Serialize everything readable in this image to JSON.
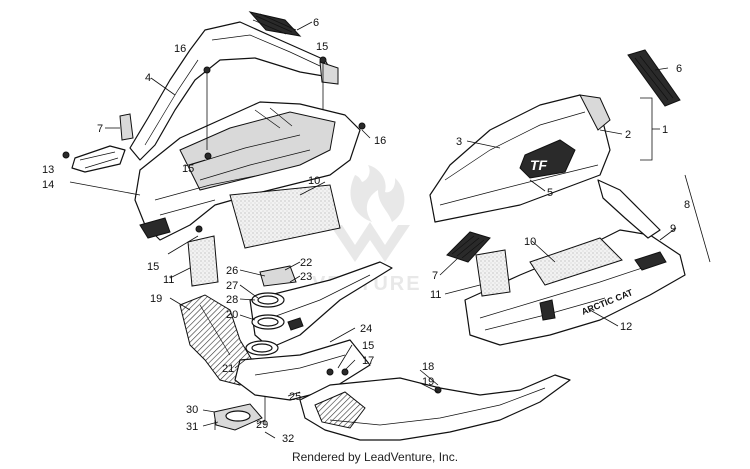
{
  "footer": {
    "text": "Rendered by LeadVenture, Inc."
  },
  "watermark": {
    "text": "VENTURE"
  },
  "callouts": [
    {
      "id": "c1",
      "label": "1"
    },
    {
      "id": "c2",
      "label": "2"
    },
    {
      "id": "c3",
      "label": "3"
    },
    {
      "id": "c4",
      "label": "4"
    },
    {
      "id": "c5",
      "label": "5"
    },
    {
      "id": "c6a",
      "label": "6"
    },
    {
      "id": "c6b",
      "label": "6"
    },
    {
      "id": "c7a",
      "label": "7"
    },
    {
      "id": "c7b",
      "label": "7"
    },
    {
      "id": "c8",
      "label": "8"
    },
    {
      "id": "c9",
      "label": "9"
    },
    {
      "id": "c10a",
      "label": "10"
    },
    {
      "id": "c10b",
      "label": "10"
    },
    {
      "id": "c11a",
      "label": "11"
    },
    {
      "id": "c11b",
      "label": "11"
    },
    {
      "id": "c12",
      "label": "12"
    },
    {
      "id": "c13",
      "label": "13"
    },
    {
      "id": "c14",
      "label": "14"
    },
    {
      "id": "c15a",
      "label": "15"
    },
    {
      "id": "c15b",
      "label": "15"
    },
    {
      "id": "c15c",
      "label": "15"
    },
    {
      "id": "c15d",
      "label": "15"
    },
    {
      "id": "c16a",
      "label": "16"
    },
    {
      "id": "c16b",
      "label": "16"
    },
    {
      "id": "c17",
      "label": "17"
    },
    {
      "id": "c18",
      "label": "18"
    },
    {
      "id": "c19a",
      "label": "19"
    },
    {
      "id": "c19b",
      "label": "19"
    },
    {
      "id": "c20",
      "label": "20"
    },
    {
      "id": "c21",
      "label": "21"
    },
    {
      "id": "c22",
      "label": "22"
    },
    {
      "id": "c23",
      "label": "23"
    },
    {
      "id": "c24",
      "label": "24"
    },
    {
      "id": "c25",
      "label": "25"
    },
    {
      "id": "c26",
      "label": "26"
    },
    {
      "id": "c27",
      "label": "27"
    },
    {
      "id": "c28",
      "label": "28"
    },
    {
      "id": "c29",
      "label": "29"
    },
    {
      "id": "c30",
      "label": "30"
    },
    {
      "id": "c31",
      "label": "31"
    },
    {
      "id": "c32",
      "label": "32"
    }
  ],
  "decals": {
    "brand": "ARCTIC CAT"
  }
}
